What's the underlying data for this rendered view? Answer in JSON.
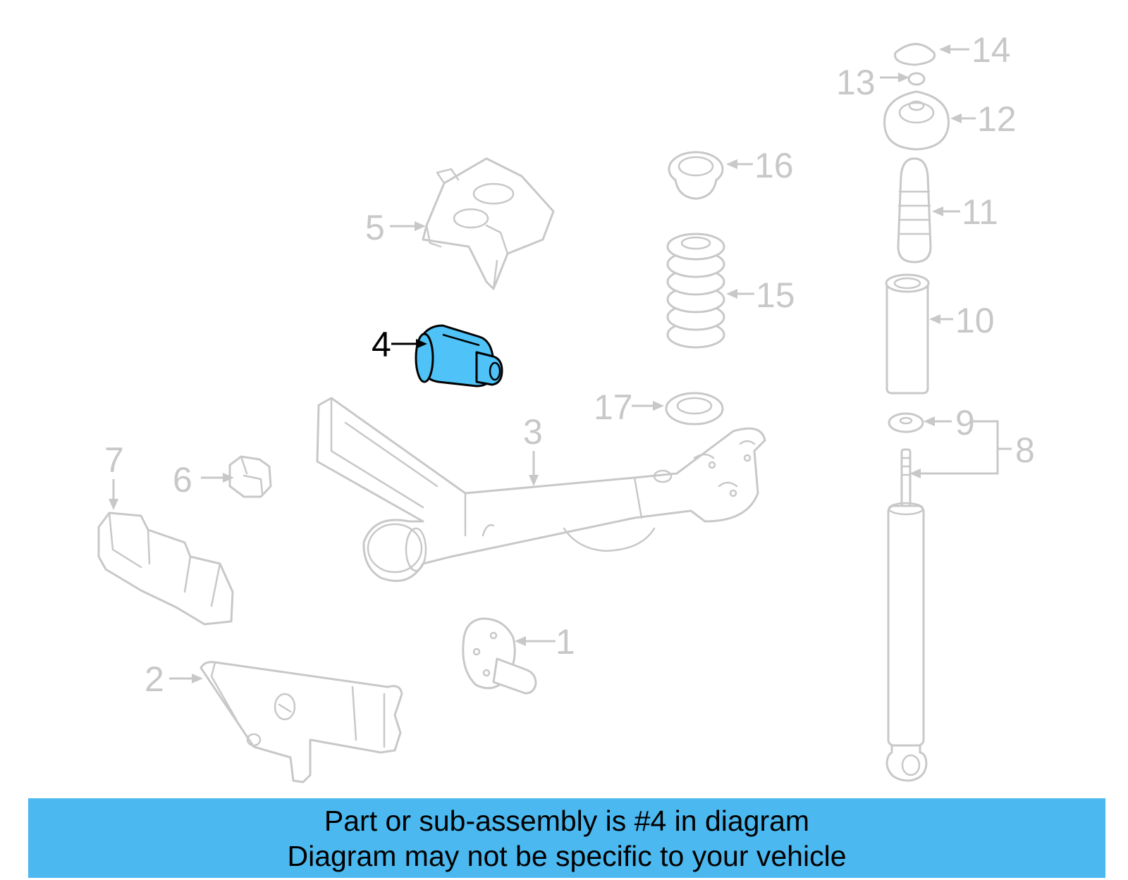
{
  "diagram": {
    "highlighted_part": "4",
    "highlight_color": "#4fc3f7",
    "callouts": {
      "c1": "1",
      "c2": "2",
      "c3": "3",
      "c4": "4",
      "c5": "5",
      "c6": "6",
      "c7": "7",
      "c8": "8",
      "c9": "9",
      "c10": "10",
      "c11": "11",
      "c12": "12",
      "c13": "13",
      "c14": "14",
      "c15": "15",
      "c16": "16",
      "c17": "17"
    }
  },
  "banner": {
    "background_color": "#4bb8ef",
    "line1": "Part or sub-assembly is #4 in diagram",
    "line2": "Diagram may not be specific to your vehicle"
  }
}
